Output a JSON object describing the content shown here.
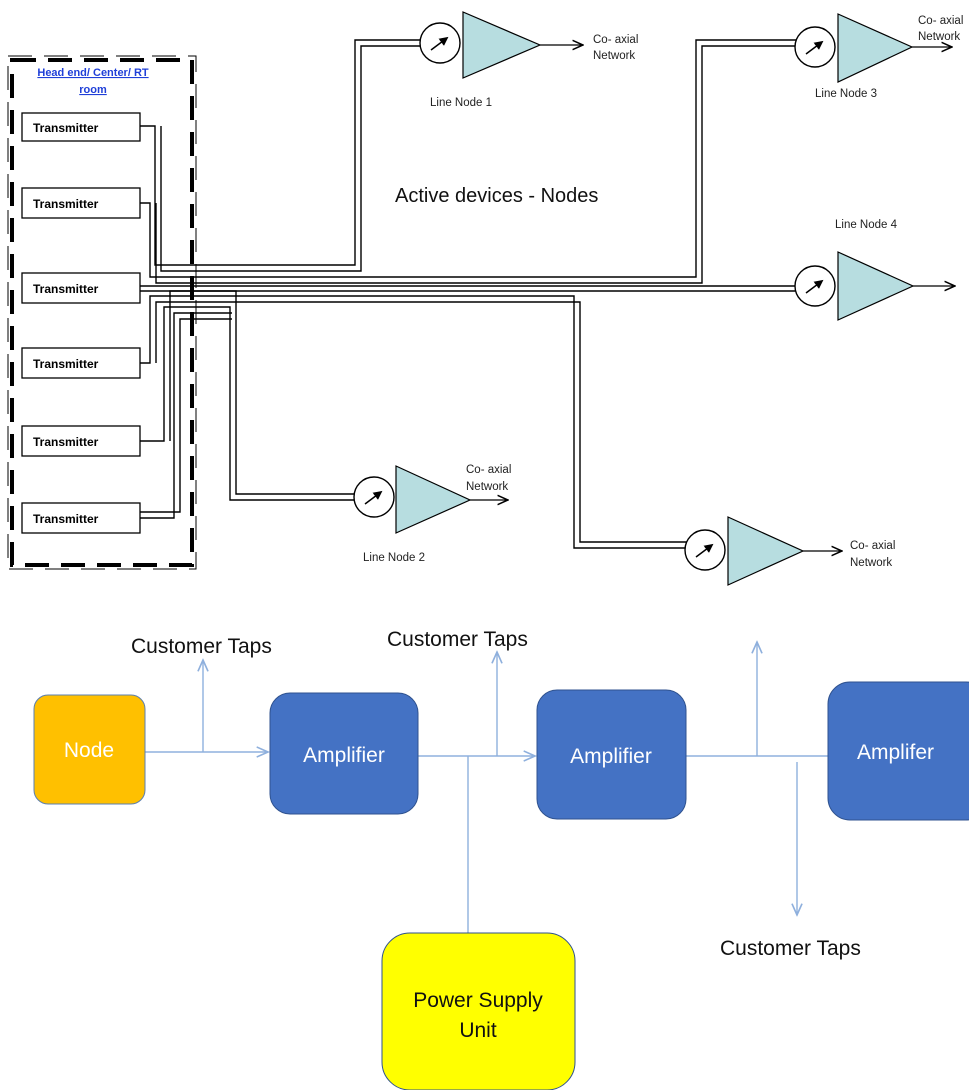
{
  "diagram": {
    "head_end_label": [
      "Head end/ Center/ RT",
      "room"
    ],
    "transmitter_label": "Transmitter",
    "title": "Active devices - Nodes",
    "nodes": [
      {
        "label": "Line Node 1",
        "output": [
          "Co- axial",
          "Network"
        ]
      },
      {
        "label": "Line Node 3",
        "output": [
          "Co- axial",
          "Network"
        ]
      },
      {
        "label": "Line Node 4",
        "output": []
      },
      {
        "label": "Line Node 2",
        "output": [
          "Co- axial",
          "Network"
        ]
      },
      {
        "label": "",
        "output": [
          "Co- axial",
          "Network"
        ]
      }
    ]
  },
  "flow": {
    "node_label": "Node",
    "amplifier_labels": [
      "Amplifier",
      "Amplifier",
      "Amplifer"
    ],
    "power_supply_label": [
      "Power Supply",
      "Unit"
    ],
    "customer_taps_label": "Customer Taps"
  },
  "colors": {
    "amplifier_fill": "#4472c4",
    "node_fill": "#ffc000",
    "power_fill": "#ffff00",
    "line_node_fill": "#b7dde0",
    "connector": "#8fb0dd"
  }
}
